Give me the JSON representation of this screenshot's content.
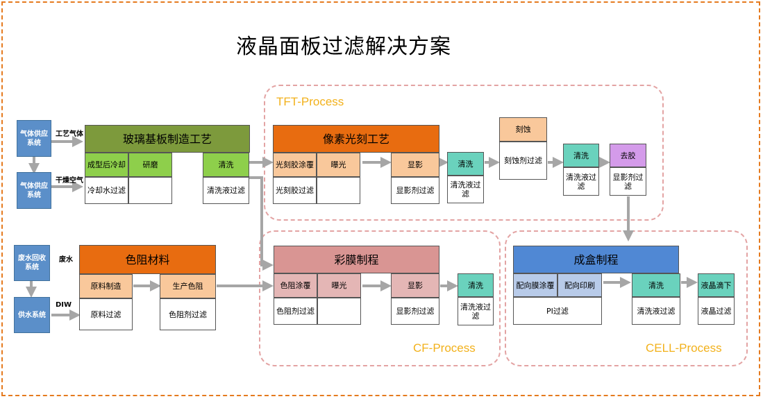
{
  "title": "液晶面板过滤解决方案",
  "processes": {
    "tft": "TFT-Process",
    "cf": "CF-Process",
    "cell": "CELL-Process"
  },
  "supply": {
    "gas1": "气体供应系统",
    "gas2": "气体供应系统",
    "waste": "废水回收系统",
    "water": "供水系统"
  },
  "labels": {
    "process_gas": "工艺气体",
    "dry_air": "干燥空气",
    "waste_water": "废水",
    "diw": "DIW"
  },
  "glass": {
    "header": "玻璃基板制造工艺",
    "forming": "成型后冷却",
    "grinding": "研磨",
    "cleaning": "清洗",
    "cooling_filter": "冷却水过滤",
    "clean_filter": "清洗液过滤"
  },
  "color_material": {
    "header": "色阻材料",
    "raw": "原料制造",
    "produce": "生产色阻",
    "raw_filter": "原料过滤",
    "resist_filter": "色阻剂过滤"
  },
  "tft": {
    "header": "像素光刻工艺",
    "coat": "光刻胶涂覆",
    "expose": "曝光",
    "develop": "显影",
    "coat_filter": "光刻胶过滤",
    "develop_filter": "显影剂过滤",
    "clean": "清洗",
    "clean_filter": "清洗液过滤",
    "etch": "刻蚀",
    "etch_filter": "刻蚀剂过滤",
    "clean2": "清洗",
    "clean2_filter": "清洗液过滤",
    "strip": "去胶",
    "strip_filter": "显影剂过滤"
  },
  "cf": {
    "header": "彩膜制程",
    "coat": "色阻涂覆",
    "expose": "曝光",
    "develop": "显影",
    "coat_filter": "色阻剂过滤",
    "develop_filter": "显影剂过滤",
    "clean": "清洗",
    "clean_filter": "清洗液过滤"
  },
  "cell": {
    "header": "成盒制程",
    "pi_coat": "配向膜涂覆",
    "pi_print": "配向印刷",
    "pi_filter": "PI过滤",
    "clean": "清洗",
    "clean_filter": "清洗液过滤",
    "drop": "液晶滴下",
    "drop_filter": "液晶过滤"
  },
  "colors": {
    "frame": "#e57a1e",
    "process_border": "#e3a3a3",
    "process_label": "#f2b11b",
    "arrow": "#a6a6a6"
  }
}
